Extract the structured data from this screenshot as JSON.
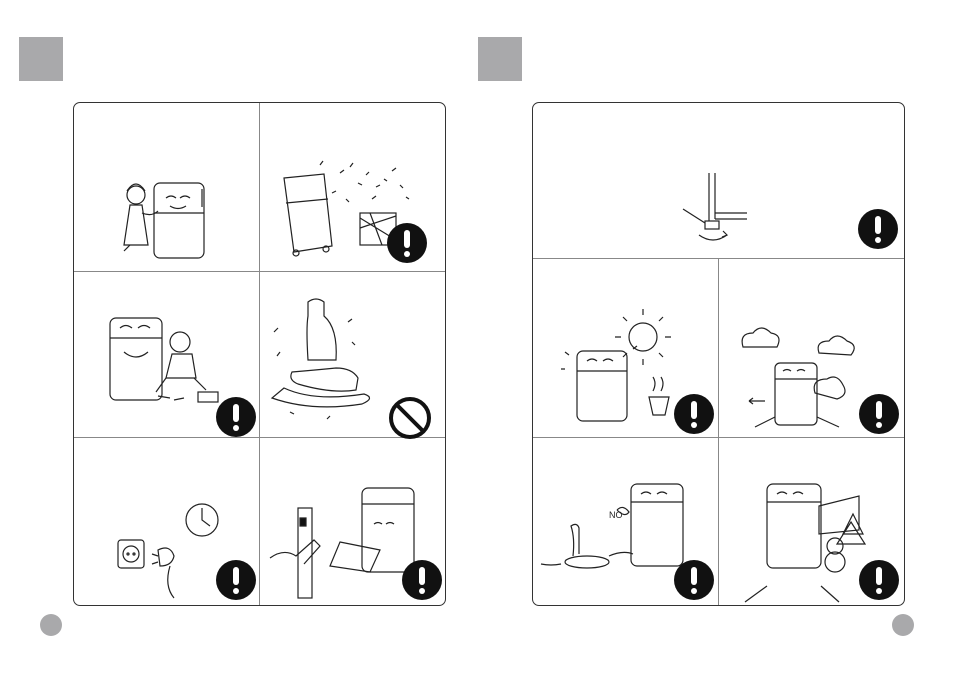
{
  "colors": {
    "marker": "#a9a9ab",
    "ink": "#111111",
    "border": "#333333"
  },
  "left_page": {
    "cells": [
      {
        "name": "cell-woman-fridge",
        "icon": "none"
      },
      {
        "name": "cell-water-spray",
        "icon": "warning-icon"
      },
      {
        "name": "cell-child-fridge",
        "icon": "warning-icon"
      },
      {
        "name": "cell-bottles",
        "icon": "prohibition-icon"
      },
      {
        "name": "cell-socket-plug",
        "icon": "warning-icon"
      },
      {
        "name": "cell-unplug",
        "icon": "warning-icon"
      }
    ]
  },
  "right_page": {
    "cells": [
      {
        "name": "cell-leveling-foot",
        "icon": "warning-icon"
      },
      {
        "name": "cell-sun-heat",
        "icon": "warning-icon"
      },
      {
        "name": "cell-damp-room",
        "icon": "warning-icon"
      },
      {
        "name": "cell-no-stove",
        "icon": "warning-icon",
        "sign_text": "NO"
      },
      {
        "name": "cell-cold-snow",
        "icon": "warning-icon"
      }
    ]
  }
}
